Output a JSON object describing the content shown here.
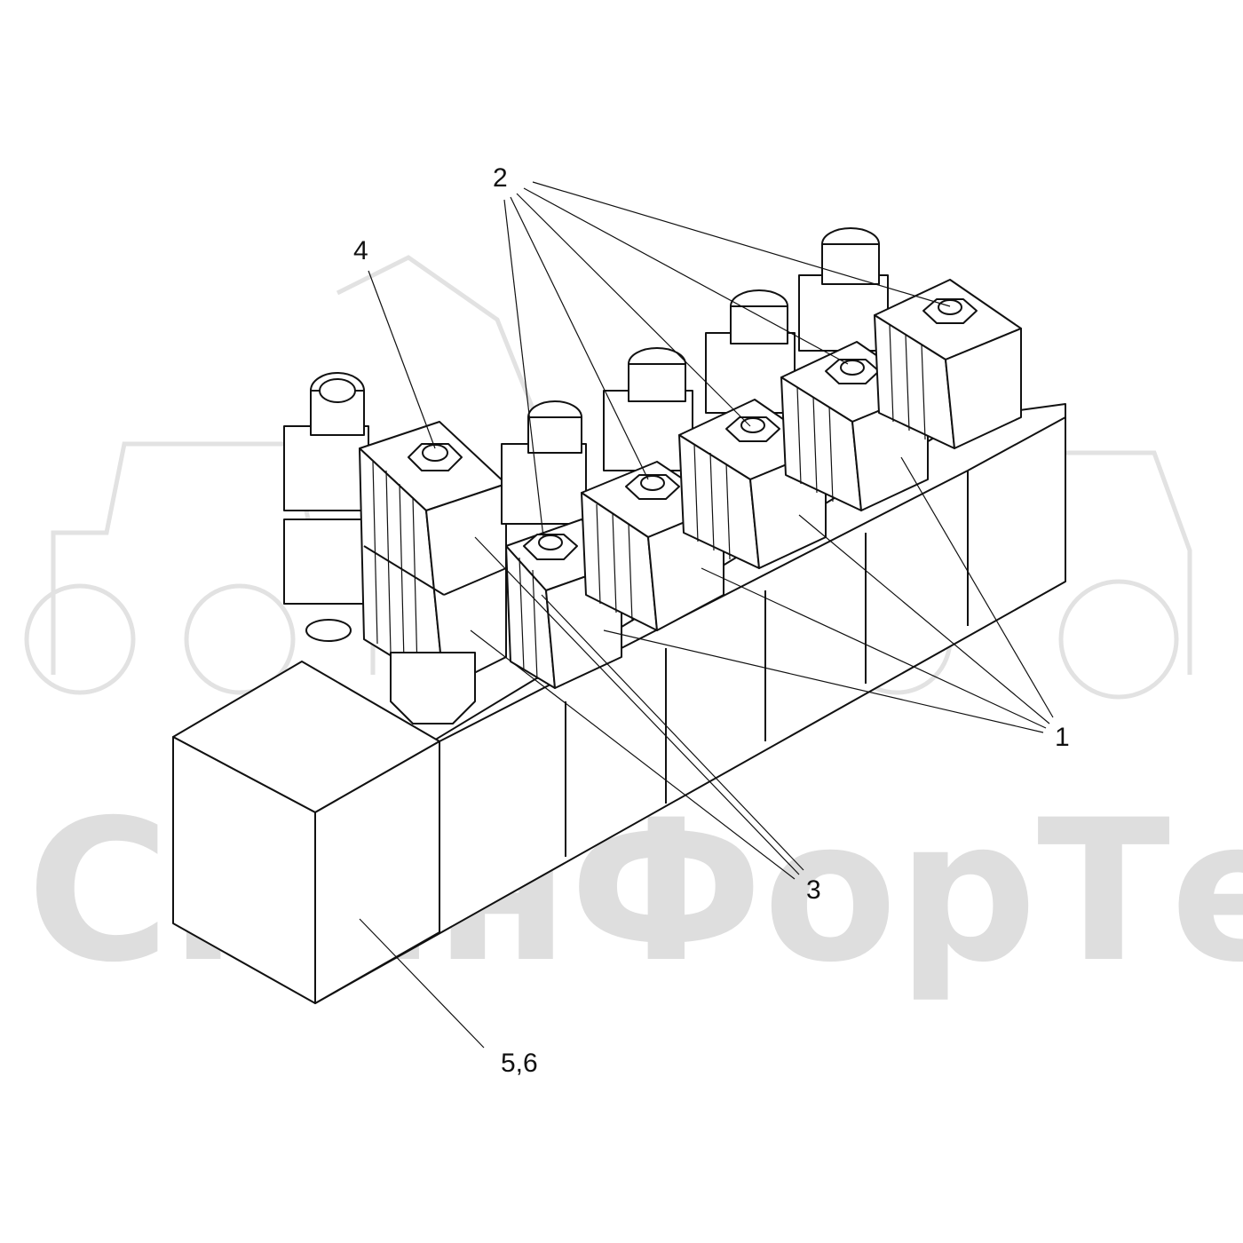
{
  "watermark": {
    "text": "СканФорТек"
  },
  "labels": {
    "l1": "1",
    "l2": "2",
    "l3": "3",
    "l4": "4",
    "l56": "5,6"
  },
  "colors": {
    "line": "#111111",
    "watermark": "#dedede",
    "background": "#ffffff"
  }
}
